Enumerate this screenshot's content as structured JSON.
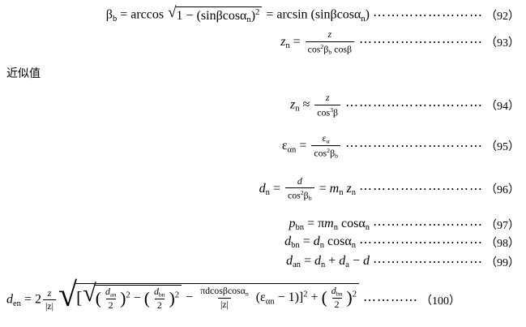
{
  "symbols": {
    "sqrt": "√"
  },
  "labels": {
    "approx": "近似值"
  },
  "e92": {
    "lhs": "β",
    "lhs_sub": "b",
    "mid": " = arccos ",
    "rbody": "1 − (sinβcosα",
    "rbody_sub": "n",
    "rclose": ")",
    "rsup": "2",
    "rhs": " = arcsin (sinβcosα",
    "rhs_sub": "n",
    "rhs_close": ")",
    "dots": "⋯⋯⋯⋯⋯⋯⋯⋯",
    "num": "（92）"
  },
  "e93": {
    "lhs": "z",
    "lhs_sub": "n",
    "eq": " = ",
    "fnum": "z",
    "d1": "cos",
    "d1s": "2",
    "d2": "β",
    "d2s": "b",
    "d3": " cosβ",
    "dots": "⋯⋯⋯⋯⋯⋯⋯⋯⋯",
    "num": "（93）"
  },
  "e94": {
    "lhs": "z",
    "lhs_sub": "n",
    "eq": " ≈ ",
    "fnum": "z",
    "d1": "cos",
    "d1s": "3",
    "d2": "β",
    "dots": "⋯⋯⋯⋯⋯⋯⋯⋯⋯⋯",
    "num": "（94）"
  },
  "e95": {
    "lhs": "ε",
    "lhs_sub": "αn",
    "eq": " = ",
    "fn1": "ε",
    "fn1s": "α",
    "d1": "cos",
    "d1s": "2",
    "d2": "β",
    "d2s": "b",
    "dots": "⋯⋯⋯⋯⋯⋯⋯⋯⋯⋯",
    "num": "（95）"
  },
  "e96": {
    "lhs": "d",
    "lhs_sub": "n",
    "eq": " = ",
    "fnum": "d",
    "d1": "cos",
    "d1s": "2",
    "d2": "β",
    "d2s": "b",
    "eq2": " = ",
    "m": "m",
    "m_sub": "n",
    "z": " z",
    "z_sub": "n",
    "dots": "⋯⋯⋯⋯⋯⋯⋯⋯⋯",
    "num": "（96）"
  },
  "e97": {
    "lhs": "p",
    "lhs_sub": "bn",
    "eq": " = π",
    "m": "m",
    "m_sub": "n",
    "cos": " cosα",
    "cos_sub": "n",
    "dots": "⋯⋯⋯⋯⋯⋯⋯⋯",
    "num": "（97）"
  },
  "e98": {
    "lhs": "d",
    "lhs_sub": "bn",
    "eq": " = ",
    "d": "d",
    "d_sub": "n",
    "cos": " cosα",
    "cos_sub": "n",
    "dots": "⋯⋯⋯⋯⋯⋯⋯⋯⋯",
    "num": "（98）"
  },
  "e99": {
    "lhs": "d",
    "lhs_sub": "an",
    "eq": " = ",
    "d1": "d",
    "d1_sub": "n",
    "plus": " + ",
    "d2": "d",
    "d2_sub": "a",
    "minus": " − ",
    "d3": "d",
    "dots": "⋯⋯⋯⋯⋯⋯⋯⋯",
    "num": "（99）"
  },
  "e100": {
    "lhs": "d",
    "lhs_sub": "en",
    "eq": " = 2",
    "f1n": "z",
    "f1d": "|z|",
    "obracket": "[",
    "p1": "(",
    "f2n": "d",
    "f2ns": "an",
    "f2d": "2",
    "p2": ")",
    "s1": "2",
    "minus1": " − ",
    "p3": "(",
    "f3n": "d",
    "f3ns": "bn",
    "f3d": "2",
    "p4": ")",
    "s2": "2",
    "minus2": " − ",
    "f4n": "πdcosβcosα",
    "f4ns": "n",
    "f4d": "|z|",
    "eps": " (ε",
    "eps_sub": "αn",
    "eps_end": " − 1)]",
    "s3": "2",
    "plus": " + ",
    "p5": "(",
    "f5n": "d",
    "f5ns": "bn",
    "f5d": "2",
    "p6": ")",
    "s4": "2",
    "dots": "⋯⋯⋯⋯",
    "num": "（100）"
  }
}
